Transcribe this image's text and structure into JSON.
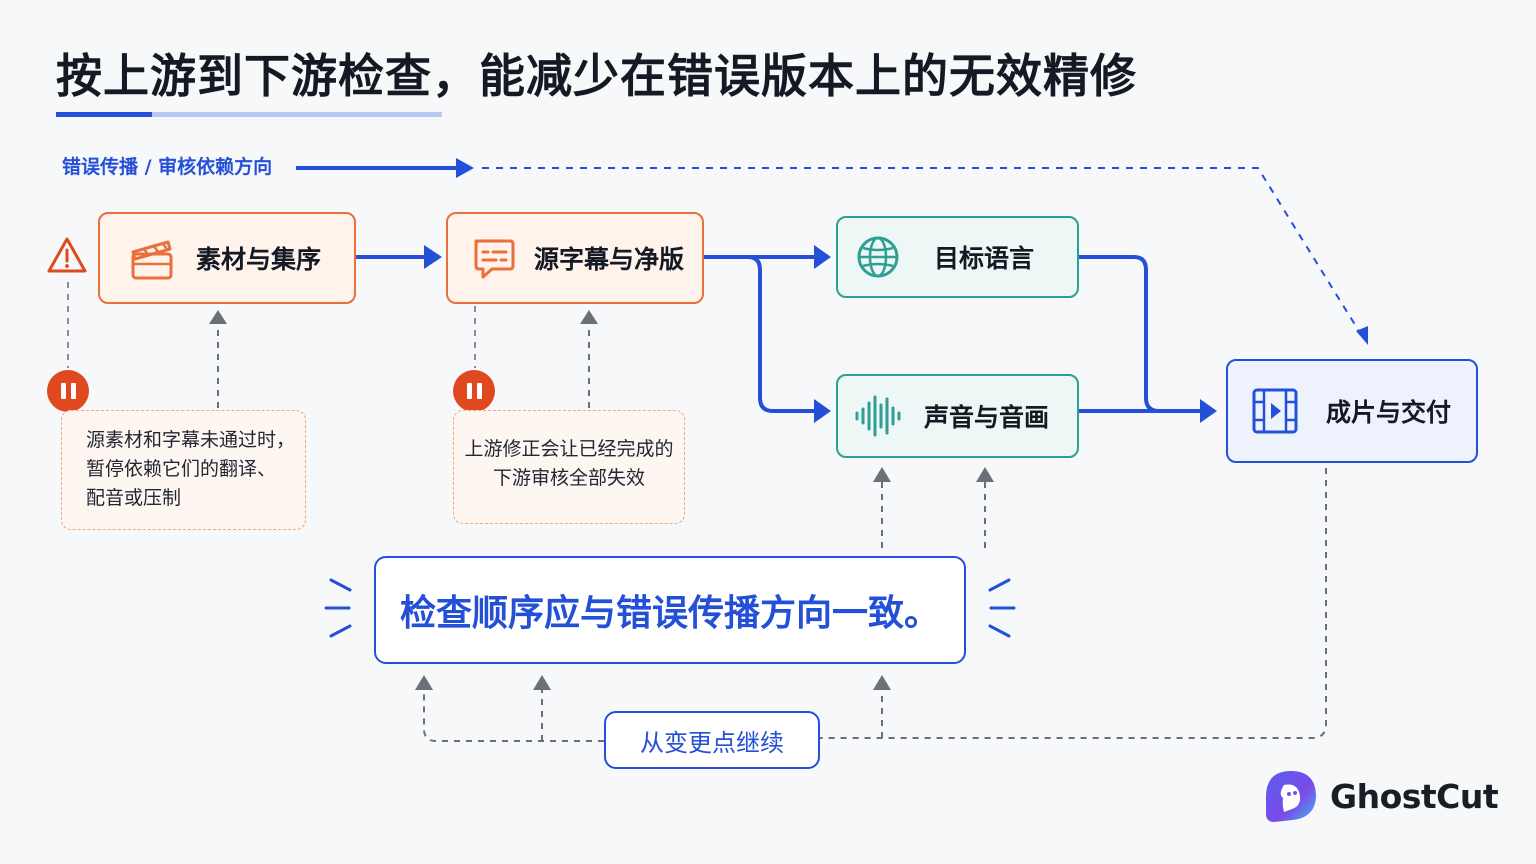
{
  "title": "按上游到下游检查，能减少在错误版本上的无效精修",
  "legend": "错误传播 / 审核依赖方向",
  "nodes": {
    "materials": {
      "label": "素材与集序",
      "icon": "clapperboard-icon"
    },
    "subtitles": {
      "label": "源字幕与净版",
      "icon": "subtitle-chat-icon"
    },
    "target_language": {
      "label": "目标语言",
      "icon": "globe-icon"
    },
    "audio": {
      "label": "声音与音画",
      "icon": "sound-wave-icon"
    },
    "delivery": {
      "label": "成片与交付",
      "icon": "film-play-icon"
    }
  },
  "notes": {
    "materials": [
      "源素材和字幕未通过时，",
      "暂停依赖它们的翻译、",
      "配音或压制"
    ],
    "subtitles": [
      "上游修正会让已经完成的",
      "下游审核全部失效"
    ]
  },
  "main_message": "检查顺序应与错误传播方向一致。",
  "resume_button": "从变更点继续",
  "brand": {
    "name": "GhostCut"
  },
  "colors": {
    "accent_blue": "#2450d8",
    "warning_orange": "#e8703a",
    "teal": "#2f9e94",
    "pause_red": "#e0481f"
  }
}
